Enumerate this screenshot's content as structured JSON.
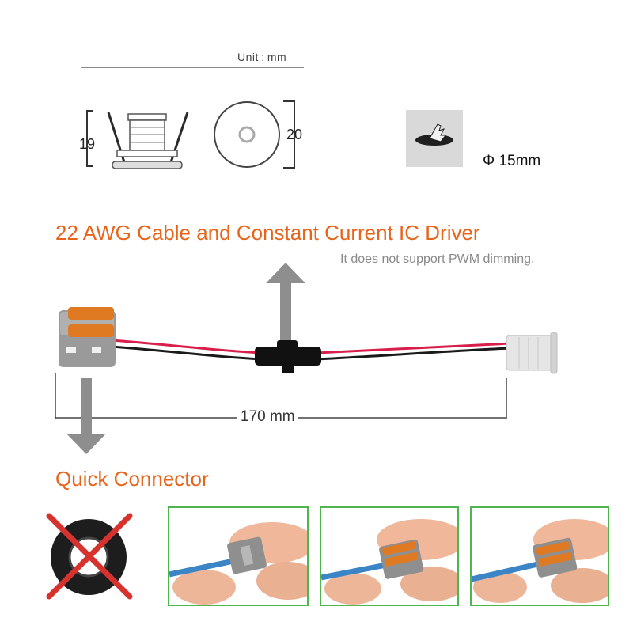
{
  "unit_label": "Unit : mm",
  "height_dim": "19",
  "diameter_dim": "20",
  "hole_size": "Φ 15mm",
  "cable_title": "22 AWG Cable and Constant Current IC Driver",
  "cable_note": "It does not support PWM dimming.",
  "cable_length": "170 mm",
  "connector_title": "Quick Connector",
  "colors": {
    "accent_orange": "#e8641b",
    "arrow_gray": "#8e8e8e",
    "frame_green": "#4fb64f",
    "cross_red": "#d6322e",
    "wire_red": "#d81e4a",
    "wire_black": "#1a1a1a"
  }
}
